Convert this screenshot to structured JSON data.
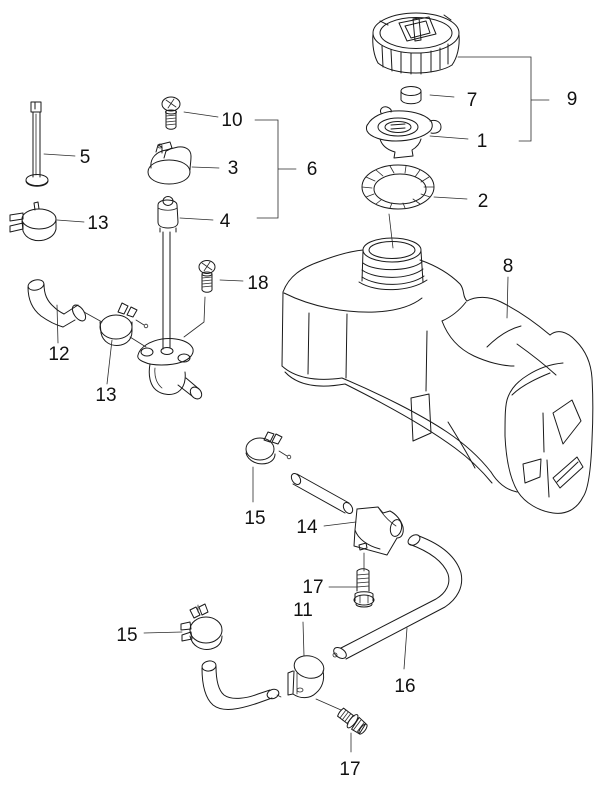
{
  "diagram": {
    "kind": "exploded-parts-line-drawing",
    "colors": {
      "line": "#1a1a1a",
      "background": "#ffffff",
      "text": "#111111"
    },
    "part_numbers_visible": [
      "1",
      "2",
      "3",
      "4",
      "5",
      "6",
      "7",
      "8",
      "9",
      "10",
      "11",
      "12",
      "13",
      "14",
      "15",
      "16",
      "17",
      "18"
    ],
    "callouts": [
      {
        "n": "10"
      },
      {
        "n": "3"
      },
      {
        "n": "6"
      },
      {
        "n": "4"
      },
      {
        "n": "5"
      },
      {
        "n": "13"
      },
      {
        "n": "18"
      },
      {
        "n": "12"
      },
      {
        "n": "13"
      },
      {
        "n": "7"
      },
      {
        "n": "9"
      },
      {
        "n": "1"
      },
      {
        "n": "2"
      },
      {
        "n": "8"
      },
      {
        "n": "15"
      },
      {
        "n": "14"
      },
      {
        "n": "17"
      },
      {
        "n": "11"
      },
      {
        "n": "16"
      },
      {
        "n": "15"
      },
      {
        "n": "17"
      }
    ]
  }
}
